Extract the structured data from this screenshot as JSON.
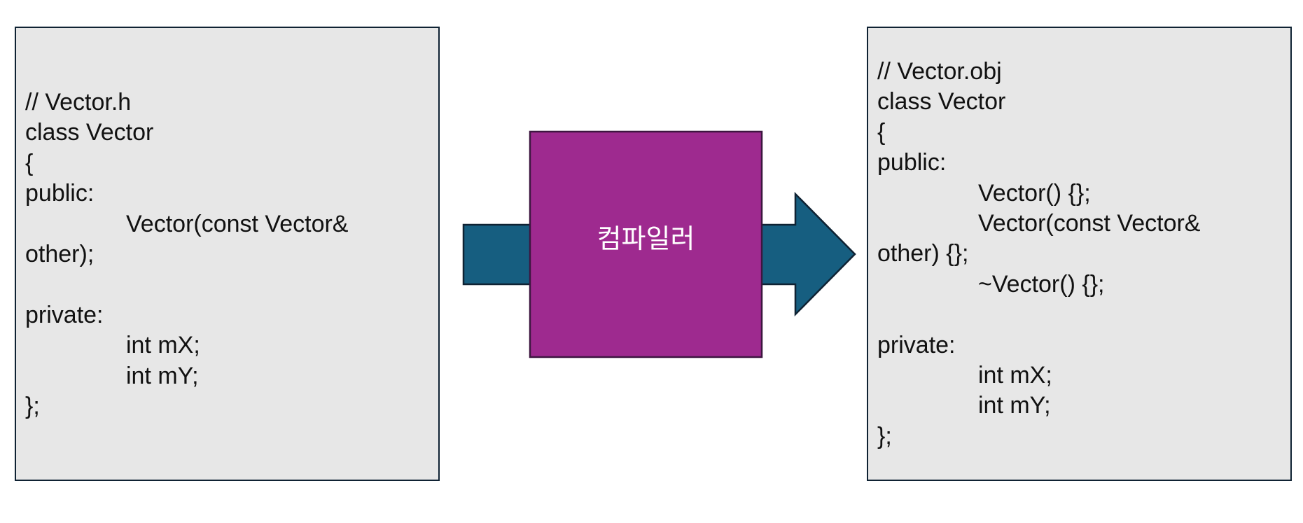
{
  "colors": {
    "box_fill": "#e7e7e7",
    "box_border": "#0f2233",
    "arrow_fill": "#165e80",
    "arrow_border": "#0f2233",
    "compiler_fill": "#9e2a8f",
    "compiler_border": "#3d1640",
    "label_text": "#ffffff"
  },
  "source_box": {
    "lines": [
      "// Vector.h",
      "class Vector",
      "{",
      "public:",
      "Vector(const Vector&",
      "other);",
      "",
      "private:",
      "int mX;",
      "int mY;",
      "};"
    ]
  },
  "compiler": {
    "label": "컴파일러"
  },
  "object_box": {
    "lines": [
      "// Vector.obj",
      "class Vector",
      "{",
      "public:",
      "Vector() {};",
      "Vector(const Vector&",
      "other) {};",
      "~Vector() {};",
      "",
      "private:",
      "int mX;",
      "int mY;",
      "};"
    ]
  }
}
